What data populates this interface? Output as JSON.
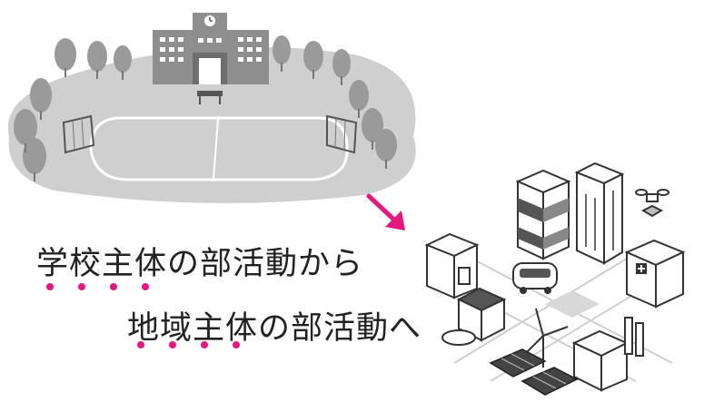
{
  "captions": {
    "from": "学校主体の部活動から",
    "to": "地域主体の部活動へ"
  },
  "emphasis": {
    "color": "#e6177f",
    "from_dot_count": 4,
    "to_dot_count": 4
  },
  "arrow": {
    "color": "#e6177f"
  }
}
